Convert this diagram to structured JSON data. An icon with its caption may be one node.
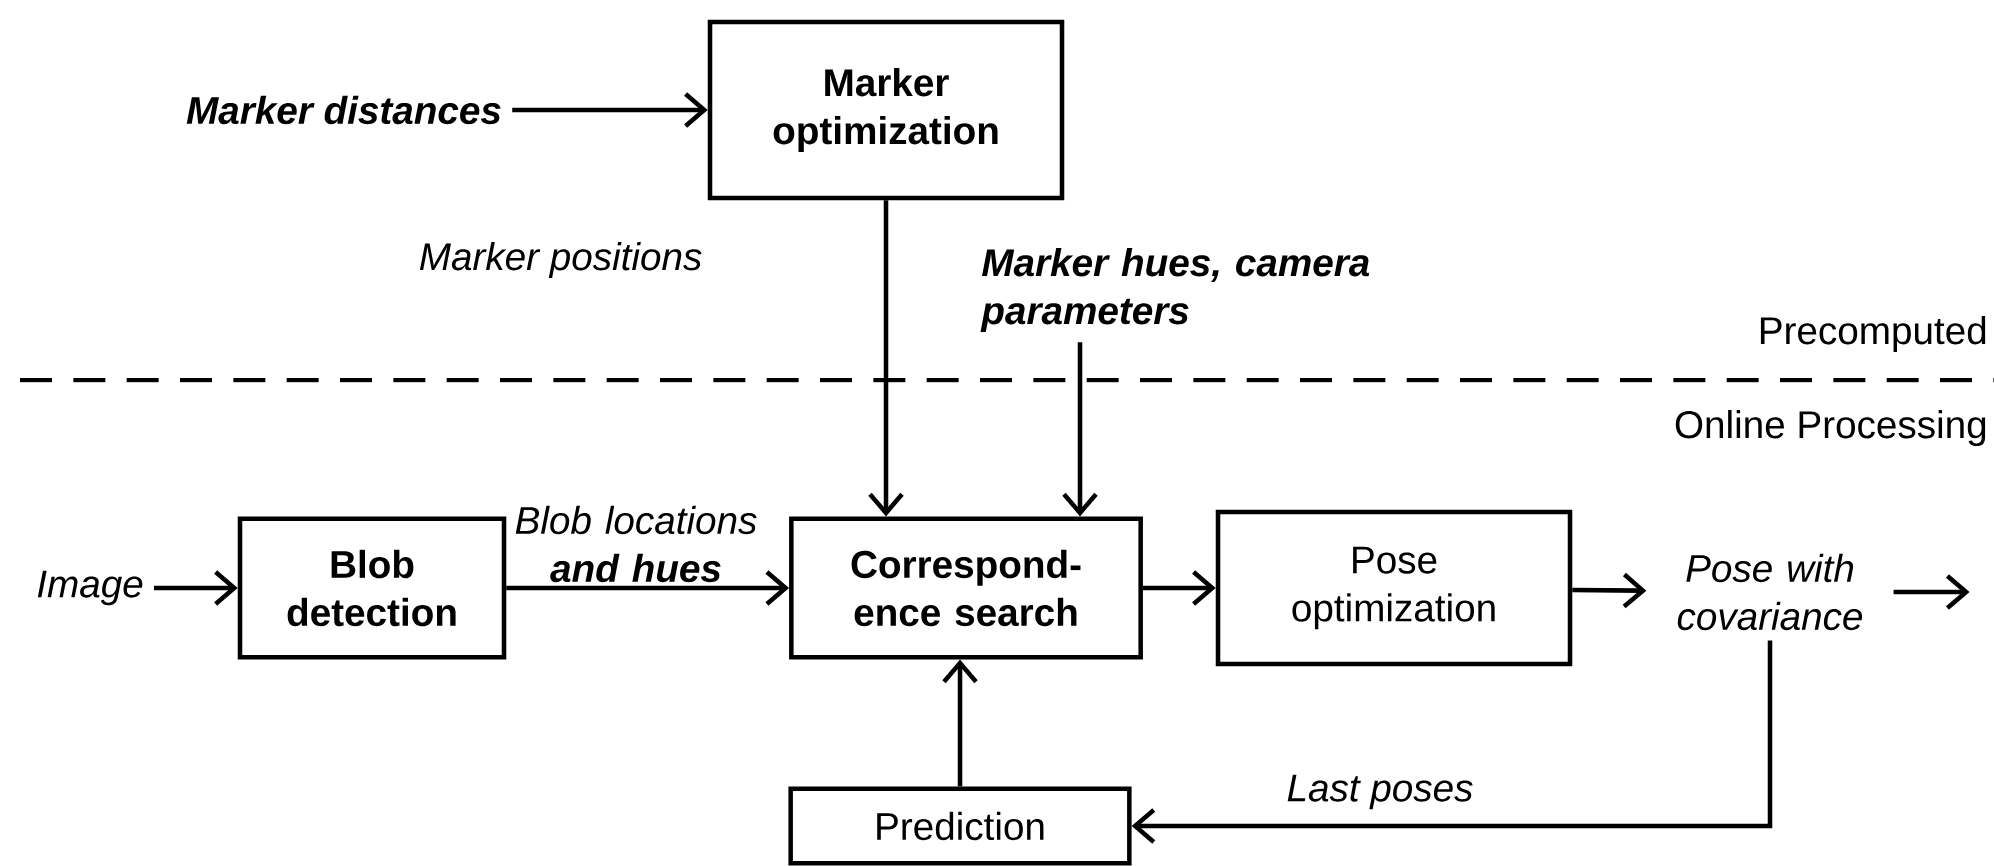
{
  "diagram": {
    "nodes": [
      {
        "text": [
          "Marker distances"
        ]
      },
      {
        "text": [
          "Marker optimization"
        ]
      },
      {
        "text": [
          "Marker hues, camera parameters"
        ]
      },
      {
        "text": [
          "Image"
        ]
      },
      {
        "text": [
          "Blob detection"
        ]
      },
      {
        "text": [
          "Correspond- ence search"
        ]
      },
      {
        "text": [
          "Pose optimization"
        ]
      },
      {
        "text": [
          "Pose with covariance"
        ]
      },
      {
        "text": [
          "Prediction"
        ]
      }
    ],
    "edges": [
      {
        "from": 0,
        "to": 1,
        "arrow": "to"
      },
      {
        "from": 1,
        "to": 5,
        "arrow": "to",
        "label": "Marker positions"
      },
      {
        "from": 2,
        "to": 5,
        "arrow": "to"
      },
      {
        "from": 3,
        "to": 4,
        "arrow": "to"
      },
      {
        "from": 4,
        "to": 5,
        "arrow": "to",
        "label": "Blob locations **and hues**"
      },
      {
        "from": 5,
        "to": 6,
        "arrow": "to"
      },
      {
        "from": 6,
        "to": 7,
        "arrow": "to"
      },
      {
        "from": 7,
        "to": null,
        "arrow": "to"
      },
      {
        "from": 7,
        "to": 8,
        "arrow": "to",
        "label": "Last poses"
      },
      {
        "from": 8,
        "to": 5,
        "arrow": "to"
      }
    ],
    "labels": [
      "Precomputed",
      "Online Processing"
    ]
  }
}
